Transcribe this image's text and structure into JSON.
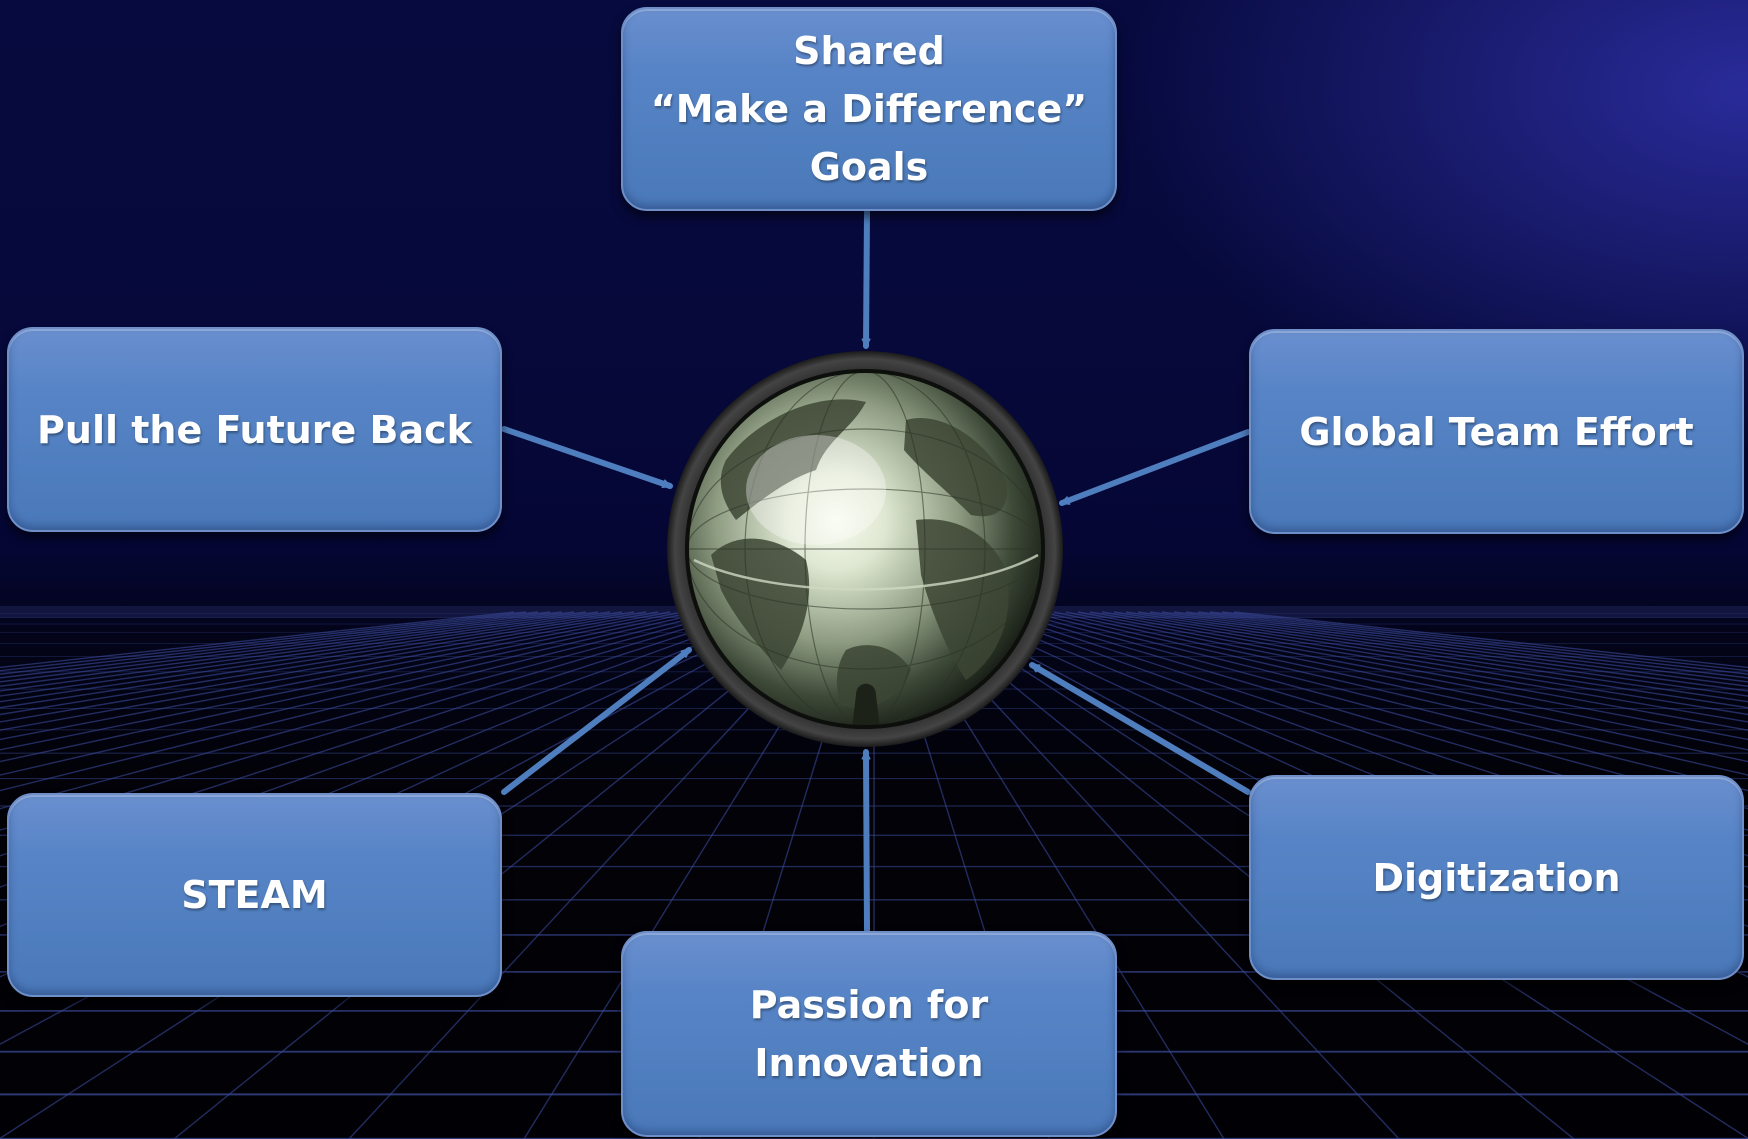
{
  "diagram": {
    "center": {
      "icon": "globe-icon"
    },
    "nodes": {
      "top": "Shared\n“Make a Difference”\nGoals",
      "left": "Pull the Future Back",
      "right": "Global Team Effort",
      "bottom_left": "STEAM",
      "bottom_right": "Digitization",
      "bottom": "Passion for\nInnovation"
    },
    "colors": {
      "node_fill": "#5784c6",
      "connector": "#4f7ebf",
      "background_top": "#070a3e",
      "background_bottom": "#010105",
      "grid_line": "#3a4a9a"
    }
  }
}
